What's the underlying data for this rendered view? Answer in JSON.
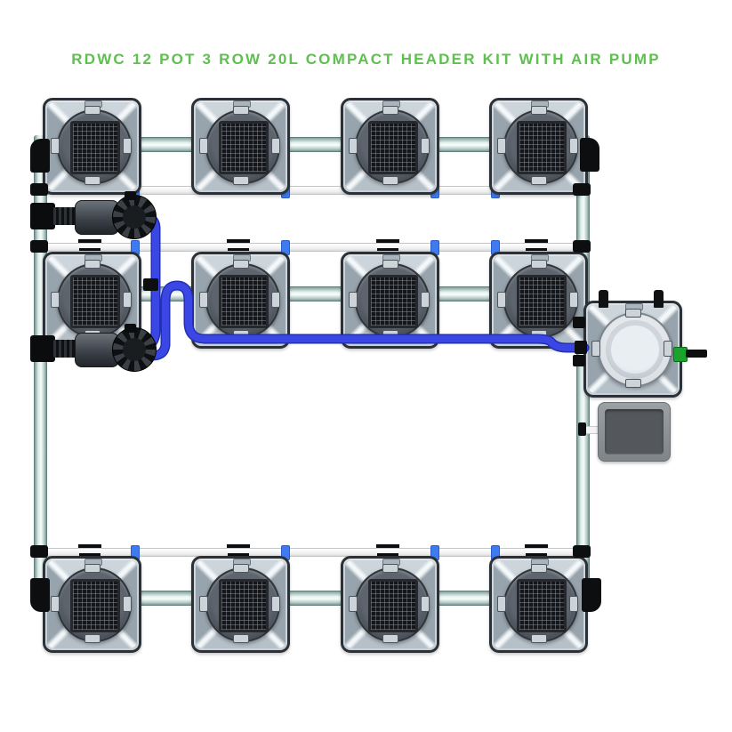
{
  "title": {
    "text": "RDWC 12 POT 3 ROW 20L COMPACT HEADER KIT WITH AIR PUMP",
    "color": "#5ec04e"
  },
  "system": {
    "rows": 3,
    "pots_per_row": 4,
    "total_pots": 12,
    "pot_size_label": "20L",
    "parts": {
      "pot": "20L pot with mesh lid",
      "header_tank": "compact header tank",
      "air_pump": "air pump",
      "water_pump": "inline water pump",
      "return_tubing": "blue tubing",
      "manifold_pipe": "manifold pipework"
    }
  },
  "colors": {
    "background": "#ffffff",
    "title_green": "#5ec04e",
    "tube_blue": "#3a47e4",
    "tube_blue_dark": "#2230b4",
    "clip_blue": "#3e7bf2",
    "pipe_silver": "#d9e8e5",
    "pipe_white": "#f4f4f4",
    "pot_body": "#c7d0d7",
    "fitting_black": "#0d0e10",
    "fitting_green": "#1ca32e",
    "air_pump_gray": "#8d9296"
  }
}
